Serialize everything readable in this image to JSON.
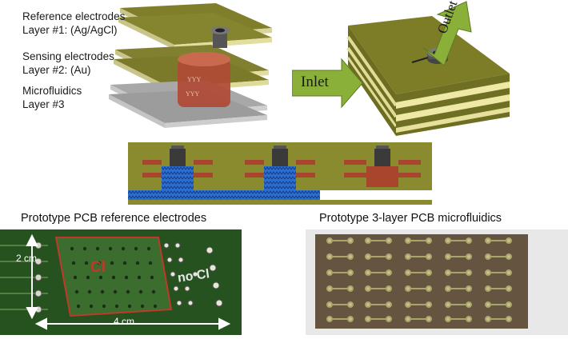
{
  "layers": {
    "reference": {
      "line1": "Reference electrodes",
      "line2": "Layer #1: (Ag/AgCl)"
    },
    "sensing": {
      "line1": "Sensing electrodes",
      "line2": "Layer #2: (Au)"
    },
    "microfluidics": {
      "line1": "Microfluidics",
      "line2": "Layer #3"
    }
  },
  "arrows": {
    "inlet": "Inlet",
    "outlet": "Outlet"
  },
  "captions": {
    "left": "Prototype PCB reference electrodes",
    "right": "Prototype 3-layer PCB microfluidics"
  },
  "photo_left": {
    "cl_label": "Cl",
    "no_cl_label": "no Cl",
    "height_label": "2 cm",
    "width_label": "4 cm"
  },
  "colors": {
    "board": "#8a8a2e",
    "copper": "#a9452c",
    "fluid": "#2a6fd1",
    "arrow": "#8ab03a",
    "gold_edge": "#e6e29a"
  }
}
